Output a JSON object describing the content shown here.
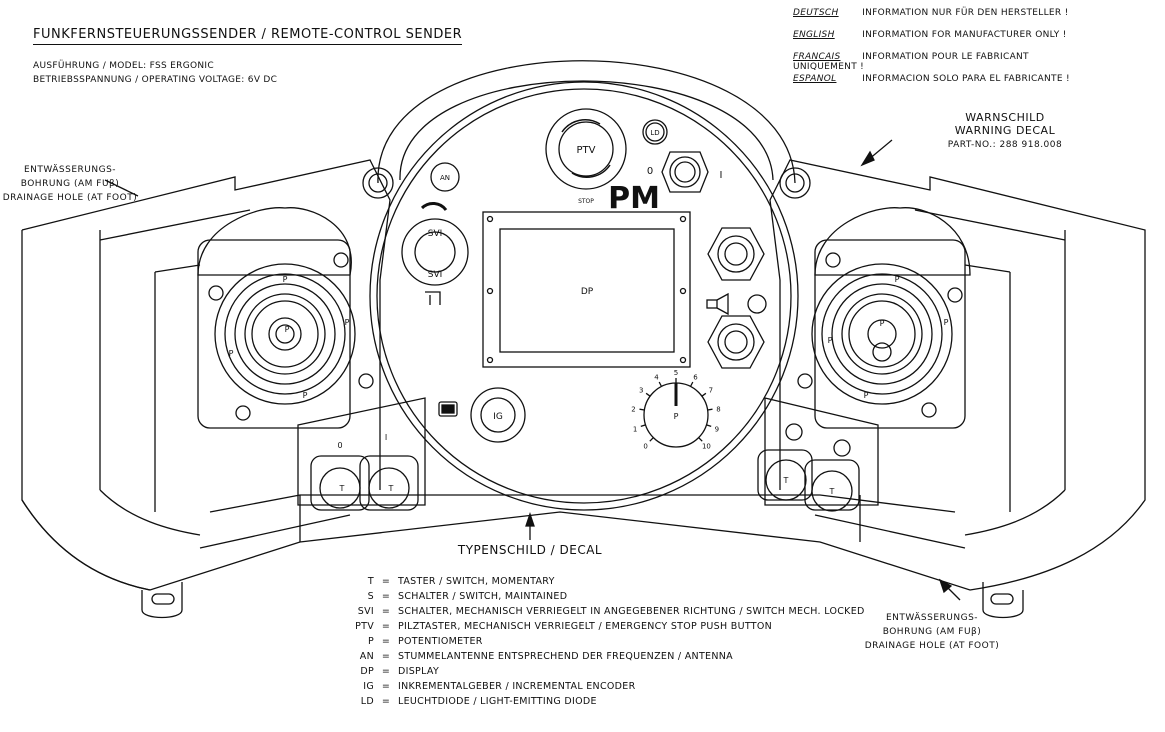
{
  "header": {
    "title": "FUNKFERNSTEUERUNGSSENDER / REMOTE-CONTROL SENDER",
    "model": "AUSFÜHRUNG / MODEL: FSS ERGONIC",
    "voltage": "BETRIEBSSPANNUNG / OPERATING VOLTAGE: 6V DC"
  },
  "languages": [
    {
      "lang": "DEUTSCH",
      "text": "INFORMATION NUR FÜR DEN HERSTELLER !"
    },
    {
      "lang": "ENGLISH",
      "text": "INFORMATION FOR MANUFACTURER ONLY !"
    },
    {
      "lang": "FRANCAIS",
      "text": "INFORMATION POUR LE FABRICANT UNIQUEMENT !"
    },
    {
      "lang": "ESPANOL",
      "text": "INFORMACION SOLO PARA EL FABRICANTE !"
    }
  ],
  "callouts": {
    "warning_de": "WARNSCHILD",
    "warning_en": "WARNING DECAL",
    "part_no": "PART-NO.: 288 918.008",
    "drain_left_1": "ENTWÄSSERUNGS-",
    "drain_left_2": "BOHRUNG (AM FUβ)",
    "drain_left_3": "DRAINAGE HOLE (AT FOOT)",
    "drain_right_1": "ENTWÄSSERUNGS-",
    "drain_right_2": "BOHRUNG (AM FUβ)",
    "drain_right_3": "DRAINAGE HOLE (AT FOOT)",
    "decal": "TYPENSCHILD / DECAL"
  },
  "labels": {
    "ptv": "PTV",
    "stop": "STOP",
    "ld": "LD",
    "an": "AN",
    "dp": "DP",
    "ig": "IG",
    "svi_top": "SVI",
    "svi_bottom": "SVI",
    "logo": "PM",
    "pot": "P",
    "t": "T",
    "switch_0": "0",
    "switch_1": "I",
    "pos_0": "0",
    "pos_1": "I"
  },
  "dial": {
    "ticks": [
      "0",
      "1",
      "2",
      "3",
      "4",
      "5",
      "6",
      "7",
      "8",
      "9",
      "10"
    ]
  },
  "legend": [
    {
      "abbr": "T",
      "text": "TASTER / SWITCH, MOMENTARY"
    },
    {
      "abbr": "S",
      "text": "SCHALTER / SWITCH, MAINTAINED"
    },
    {
      "abbr": "SVI",
      "text": "SCHALTER, MECHANISCH VERRIEGELT IN ANGEGEBENER RICHTUNG / SWITCH MECH. LOCKED"
    },
    {
      "abbr": "PTV",
      "text": "PILZTASTER, MECHANISCH VERRIEGELT / EMERGENCY STOP PUSH BUTTON"
    },
    {
      "abbr": "P",
      "text": "POTENTIOMETER"
    },
    {
      "abbr": "AN",
      "text": "STUMMELANTENNE ENTSPRECHEND DER FREQUENZEN / ANTENNA"
    },
    {
      "abbr": "DP",
      "text": "DISPLAY"
    },
    {
      "abbr": "IG",
      "text": "INKREMENTALGEBER / INCREMENTAL ENCODER"
    },
    {
      "abbr": "LD",
      "text": "LEUCHTDIODE / LIGHT-EMITTING DIODE"
    }
  ]
}
